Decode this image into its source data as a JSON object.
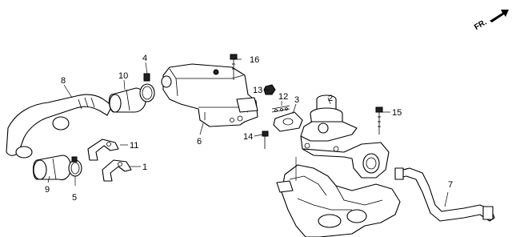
{
  "diagram": {
    "direction_label": "FR.",
    "callouts": {
      "p1": "1",
      "p2": "2",
      "p3": "3",
      "p4": "4",
      "p5": "5",
      "p6": "6",
      "p7": "7",
      "p8": "8",
      "p9": "9",
      "p10": "10",
      "p11": "11",
      "p12": "12",
      "p13": "13",
      "p14": "14",
      "p15": "15",
      "p16": "16"
    }
  }
}
